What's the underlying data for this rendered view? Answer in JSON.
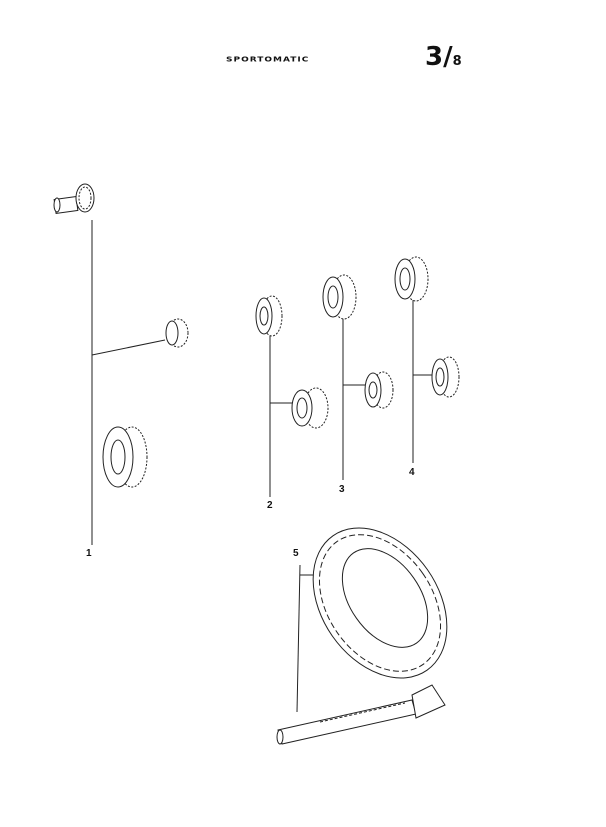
{
  "header": {
    "title": "SPORTOMATIC",
    "page_major": "3/",
    "page_minor": "8"
  },
  "callouts": [
    "1",
    "2",
    "3",
    "4",
    "5"
  ]
}
